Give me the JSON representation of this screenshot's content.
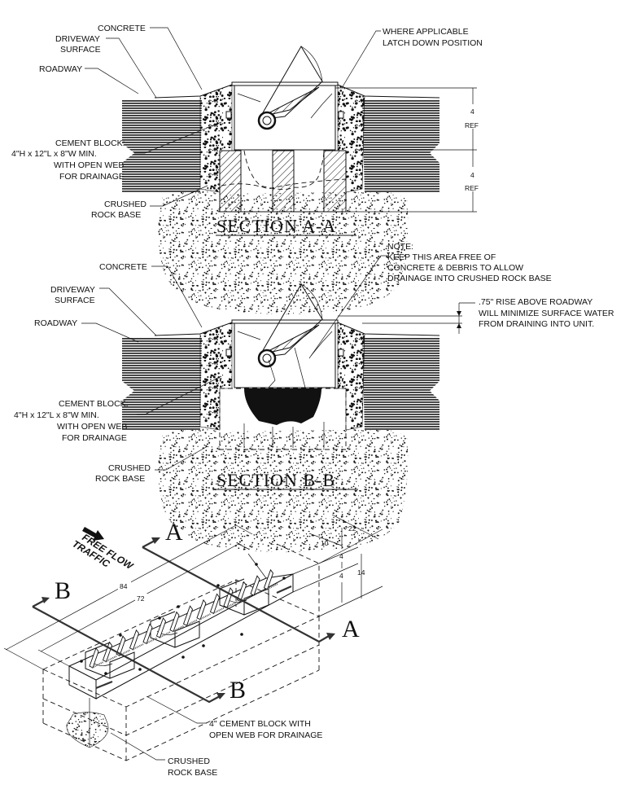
{
  "section_a": {
    "title": "SECTION A-A",
    "labels": {
      "concrete": "CONCRETE",
      "driveway": [
        "DRIVEWAY",
        "SURFACE"
      ],
      "roadway": "ROADWAY",
      "cement_block": [
        "CEMENT BLOCK:",
        "4\"H x 12\"L x 8\"W MIN.",
        "WITH OPEN WEB",
        "FOR DRAINAGE"
      ],
      "crushed": [
        "CRUSHED",
        "ROCK BASE"
      ],
      "latch": [
        "WHERE APPLICABLE",
        "LATCH DOWN POSITION"
      ]
    },
    "dims": [
      {
        "value": "4",
        "unit": "REF"
      },
      {
        "value": "4",
        "unit": "REF"
      }
    ]
  },
  "section_b": {
    "title": "SECTION B-B",
    "labels": {
      "concrete": "CONCRETE",
      "driveway": [
        "DRIVEWAY",
        "SURFACE"
      ],
      "roadway": "ROADWAY",
      "cement_block": [
        "CEMENT BLOCK:",
        "4\"H x 12\"L x 8\"W MIN.",
        "WITH OPEN WEB",
        "FOR DRAINAGE"
      ],
      "crushed": [
        "CRUSHED",
        "ROCK BASE"
      ],
      "note": [
        "NOTE:",
        "KEEP THIS AREA FREE OF",
        "CONCRETE & DEBRIS TO ALLOW",
        "DRAINAGE INTO CRUSHED ROCK BASE"
      ],
      "rise": [
        ".75\" RISE ABOVE ROADWAY",
        "WILL MINIMIZE SURFACE WATER",
        "FROM DRAINING INTO UNIT."
      ]
    }
  },
  "isometric": {
    "traffic": [
      "FREE FLOW",
      "TRAFFIC"
    ],
    "section_marks": {
      "a": "A",
      "b": "B"
    },
    "dims": {
      "overall_length": "84",
      "unit_length": "72",
      "width": "22",
      "inner": "10",
      "h1": "4",
      "h2": "4",
      "depth": "14"
    },
    "labels": {
      "cement_block": [
        "4\" CEMENT BLOCK WITH",
        "OPEN WEB FOR DRAINAGE"
      ],
      "crushed": [
        "CRUSHED",
        "ROCK BASE"
      ]
    }
  }
}
